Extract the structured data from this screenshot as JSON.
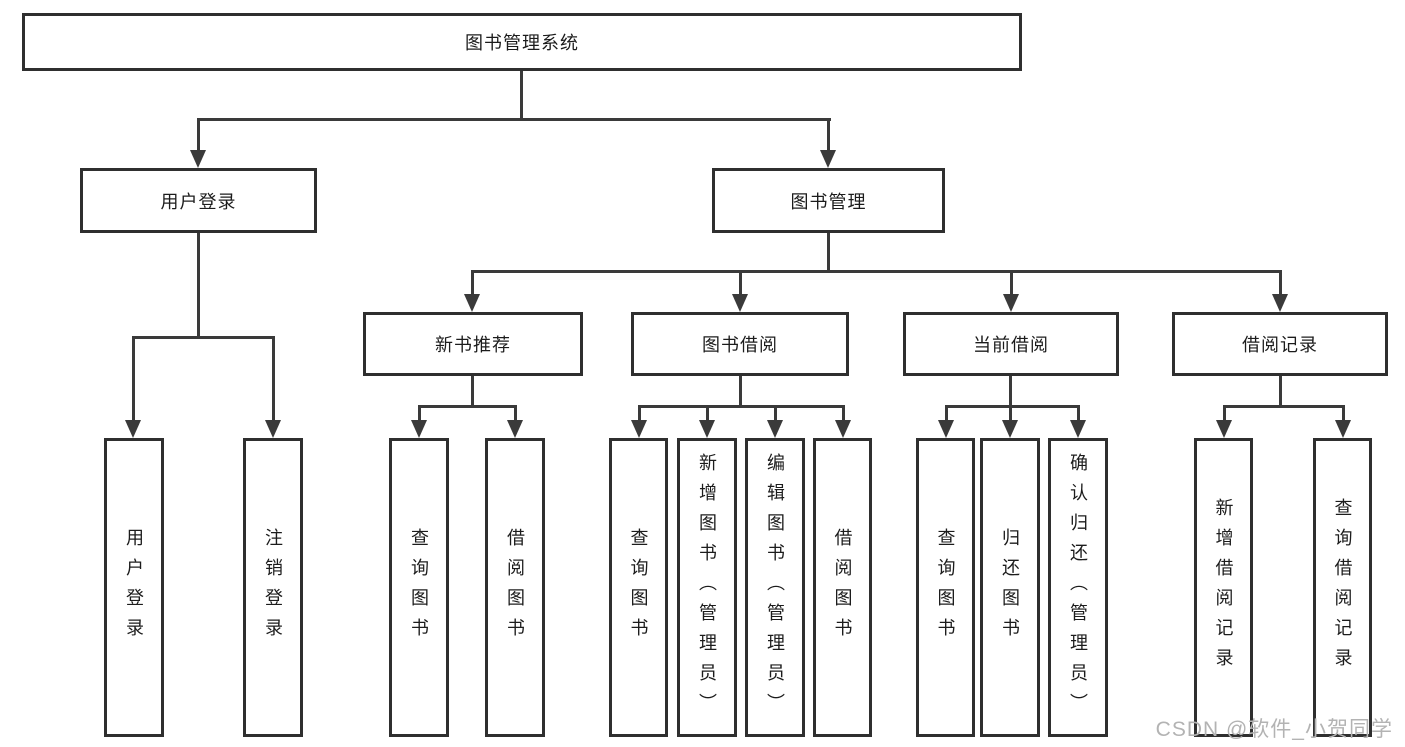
{
  "diagram": {
    "title": "图书管理系统",
    "nodes": {
      "root": "图书管理系统",
      "user_login": "用户登录",
      "book_mgmt": "图书管理",
      "new_book_rec": "新书推荐",
      "book_borrow": "图书借阅",
      "current_borrow": "当前借阅",
      "borrow_records": "借阅记录",
      "leaf_user_login": "用户登录",
      "leaf_logout": "注销登录",
      "leaf_query_book_a": "查询图书",
      "leaf_borrow_book_a": "借阅图书",
      "leaf_query_book_b": "查询图书",
      "leaf_add_book_admin": "新增图书（管理员）",
      "leaf_edit_book_admin": "编辑图书（管理员）",
      "leaf_borrow_book_b": "借阅图书",
      "leaf_query_book_c": "查询图书",
      "leaf_return_book": "归还图书",
      "leaf_confirm_return_admin": "确认归还（管理员）",
      "leaf_add_borrow_record": "新增借阅记录",
      "leaf_query_borrow_record": "查询借阅记录"
    },
    "edges": [
      {
        "parent": "图书管理系统",
        "children": [
          "用户登录",
          "图书管理"
        ]
      },
      {
        "parent": "用户登录",
        "children": [
          "用户登录",
          "注销登录"
        ]
      },
      {
        "parent": "图书管理",
        "children": [
          "新书推荐",
          "图书借阅",
          "当前借阅",
          "借阅记录"
        ]
      },
      {
        "parent": "新书推荐",
        "children": [
          "查询图书",
          "借阅图书"
        ]
      },
      {
        "parent": "图书借阅",
        "children": [
          "查询图书",
          "新增图书（管理员）",
          "编辑图书（管理员）",
          "借阅图书"
        ]
      },
      {
        "parent": "当前借阅",
        "children": [
          "查询图书",
          "归还图书",
          "确认归还（管理员）"
        ]
      },
      {
        "parent": "借阅记录",
        "children": [
          "新增借阅记录",
          "查询借阅记录"
        ]
      }
    ],
    "watermark": "CSDN @软件_小贺同学",
    "colors": {
      "background": "#ffffff",
      "line": "#3a3a3a",
      "border": "#2f2f2f",
      "text": "#1c1c1c",
      "watermark": "#b3b3b3"
    }
  }
}
